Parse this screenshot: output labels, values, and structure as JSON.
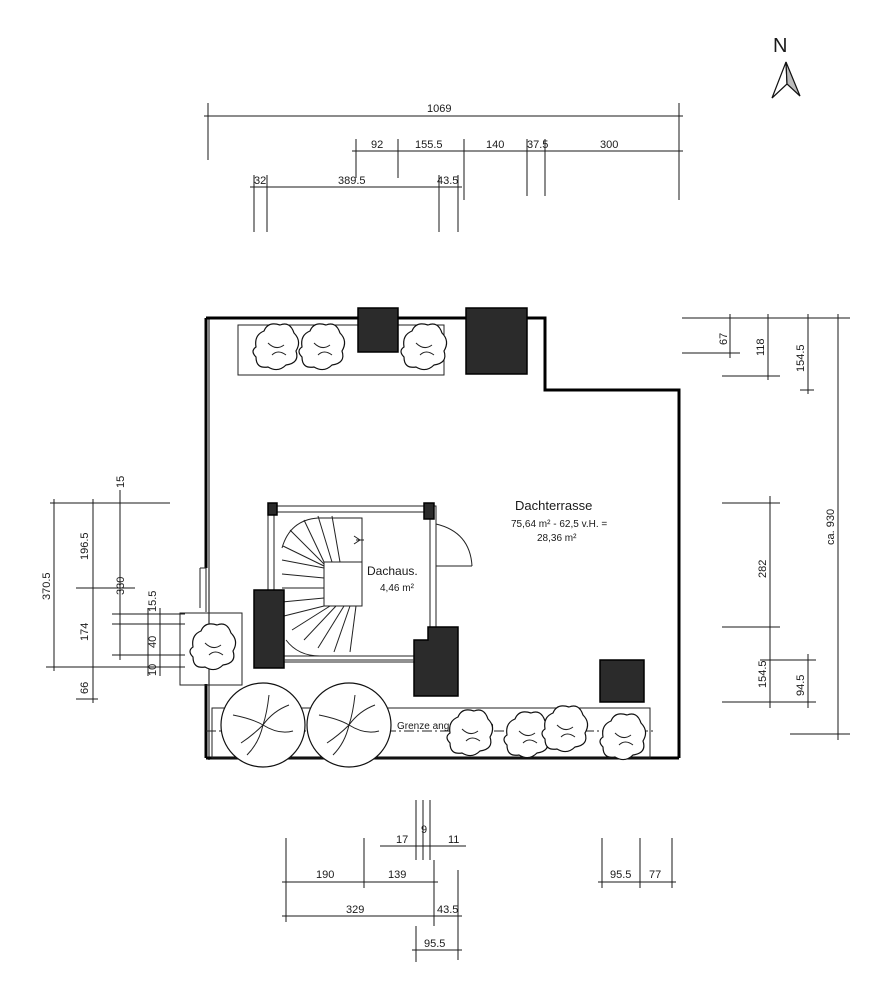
{
  "compass": {
    "letter": "N"
  },
  "rooms": {
    "terrace_name": "Dachterrasse",
    "terrace_area": "75,64 m² - 62,5 v.H. =",
    "terrace_area_result": "28,36 m²",
    "dachhaus_name": "Dachaus.",
    "dachhaus_area": "4,46 m²"
  },
  "boundary_label": "Grenze angenommen",
  "dimensions": {
    "top_overall": "1069",
    "top_row2": [
      "92",
      "155.5",
      "140",
      "37.5",
      "300"
    ],
    "top_row3": [
      "32",
      "389.5",
      "43.5"
    ],
    "right_inner": [
      "67",
      "118"
    ],
    "right_mid": [
      "154.5",
      "282",
      "154.5"
    ],
    "right_small": "94.5",
    "right_overall": "ca. 930",
    "left_outer": "370.5",
    "left_mid": [
      "196.5",
      "174",
      "66"
    ],
    "left_inner": [
      "15",
      "330"
    ],
    "left_small": [
      "15.5",
      "40",
      "10"
    ],
    "bottom_small": [
      "17",
      "9",
      "11"
    ],
    "bottom_row1": [
      "190",
      "139"
    ],
    "bottom_row1_right": [
      "95.5",
      "77"
    ],
    "bottom_row2": [
      "329",
      "43.5"
    ],
    "bottom_row3": "95.5"
  }
}
